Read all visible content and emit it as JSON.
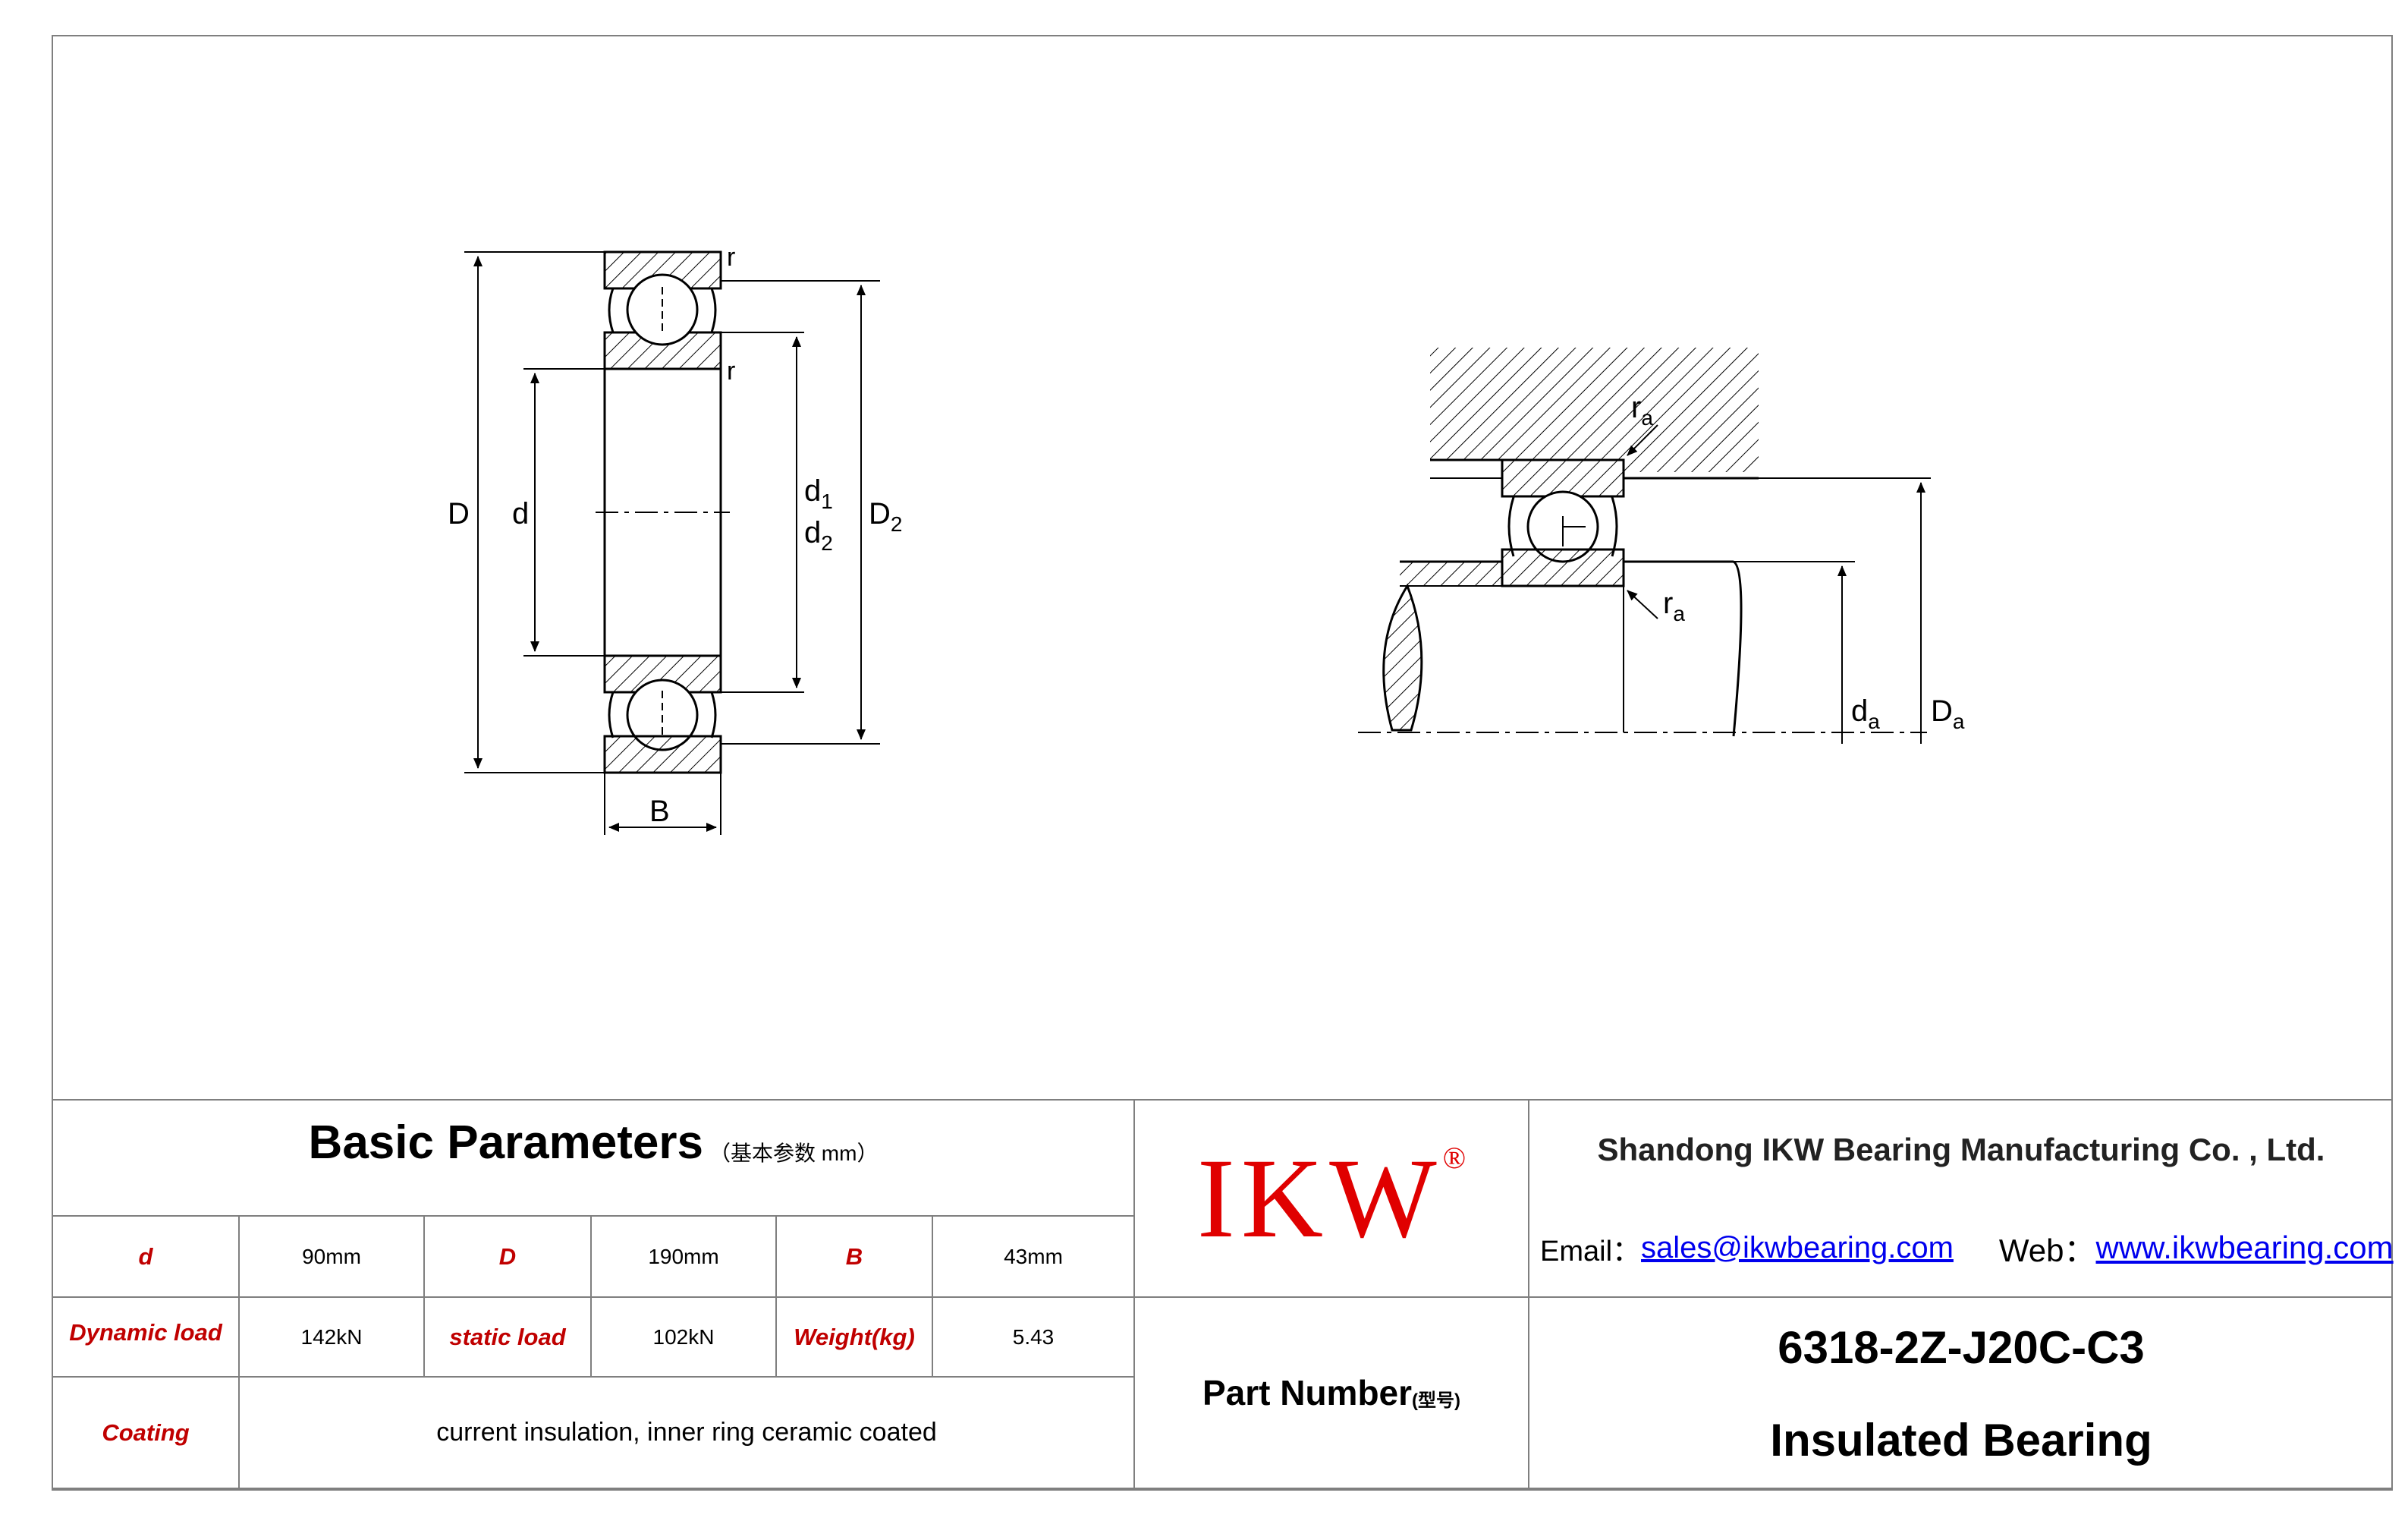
{
  "drawing_labels": {
    "D": "D",
    "d": "d",
    "d1": "d",
    "d1_sub": "1",
    "d2": "d",
    "d2_sub": "2",
    "D2": "D",
    "D2_sub": "2",
    "r_top": "r",
    "r_mid": "r",
    "B": "B",
    "ra_top": "r",
    "ra_top_sub": "a",
    "ra_bot": "r",
    "ra_bot_sub": "a",
    "da": "d",
    "da_sub": "a",
    "Da": "D",
    "Da_sub": "a"
  },
  "params": {
    "title": "Basic Parameters",
    "title_unit": "（基本参数 mm）",
    "d_label": "d",
    "d_value": "90mm",
    "D_label": "D",
    "D_value": "190mm",
    "B_label": "B",
    "B_value": "43mm",
    "dyn_label": "Dynamic load",
    "dyn_value": "142kN",
    "static_label": "static load",
    "static_value": "102kN",
    "weight_label": "Weight(kg)",
    "weight_value": "5.43",
    "coating_label": "Coating",
    "coating_value": "current insulation, inner ring ceramic coated"
  },
  "logo": {
    "text": "IKW",
    "mark": "®",
    "color": "#e00000"
  },
  "part": {
    "label": "Part Number",
    "label_cn": "(型号)"
  },
  "company": {
    "name": "Shandong IKW Bearing Manufacturing Co. , Ltd.",
    "email_label": "Email：",
    "email": "sales@ikwbearing.com",
    "web_label": "Web：",
    "web": "www.ikwbearing.com"
  },
  "product": {
    "number": "6318-2Z-J20C-C3",
    "type": "Insulated Bearing"
  },
  "colors": {
    "label_red": "#c00000",
    "link_blue": "#0000ee",
    "border_gray": "#7f7f7f"
  }
}
